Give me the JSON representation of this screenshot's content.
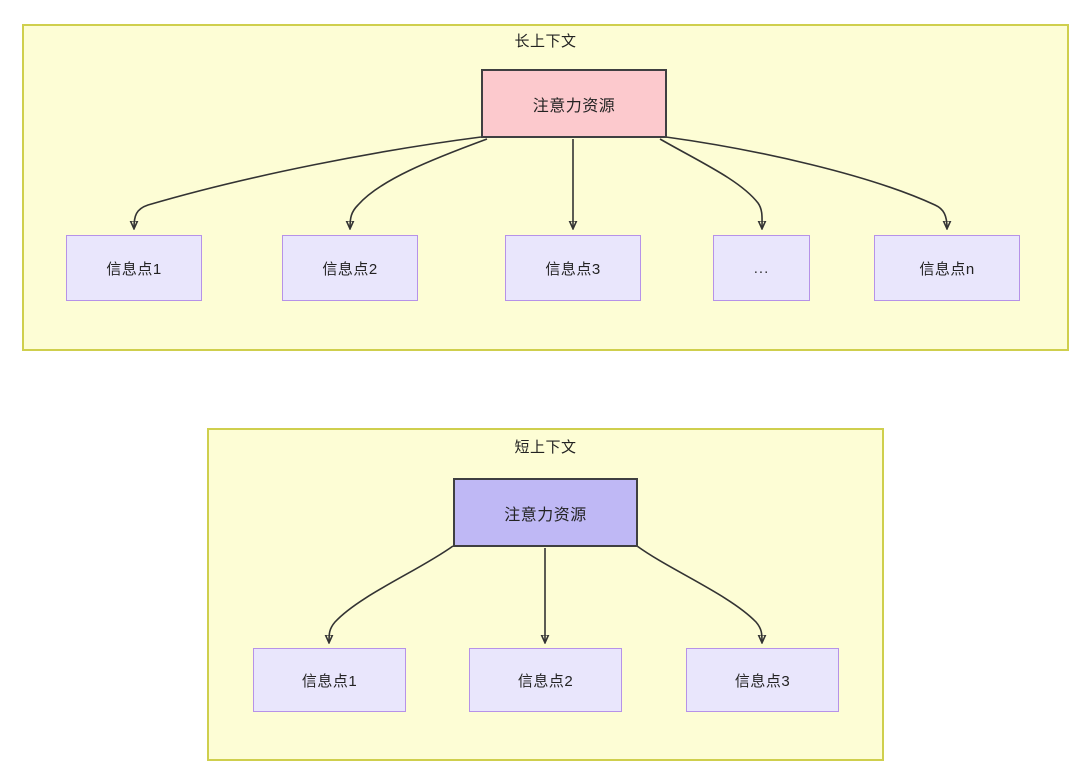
{
  "diagram": {
    "title_long": "长上下文",
    "title_short": "短上下文",
    "colors": {
      "group_fill": "#fdfdd5",
      "group_border": "#cfcf4d",
      "root_long_fill": "#fcc9cd",
      "root_short_fill": "#bfb8f5",
      "root_border": "#3f3f41",
      "leaf_fill": "#e9e6fc",
      "leaf_border": "#b692e8",
      "edge_stroke": "#333333",
      "text": "#232323"
    },
    "groups": [
      {
        "id": "long-context",
        "title": "长上下文",
        "root": {
          "label": "注意力资源"
        },
        "leaves": [
          {
            "label": "信息点1"
          },
          {
            "label": "信息点2"
          },
          {
            "label": "信息点3"
          },
          {
            "label": "..."
          },
          {
            "label": "信息点n"
          }
        ]
      },
      {
        "id": "short-context",
        "title": "短上下文",
        "root": {
          "label": "注意力资源"
        },
        "leaves": [
          {
            "label": "信息点1"
          },
          {
            "label": "信息点2"
          },
          {
            "label": "信息点3"
          }
        ]
      }
    ]
  }
}
